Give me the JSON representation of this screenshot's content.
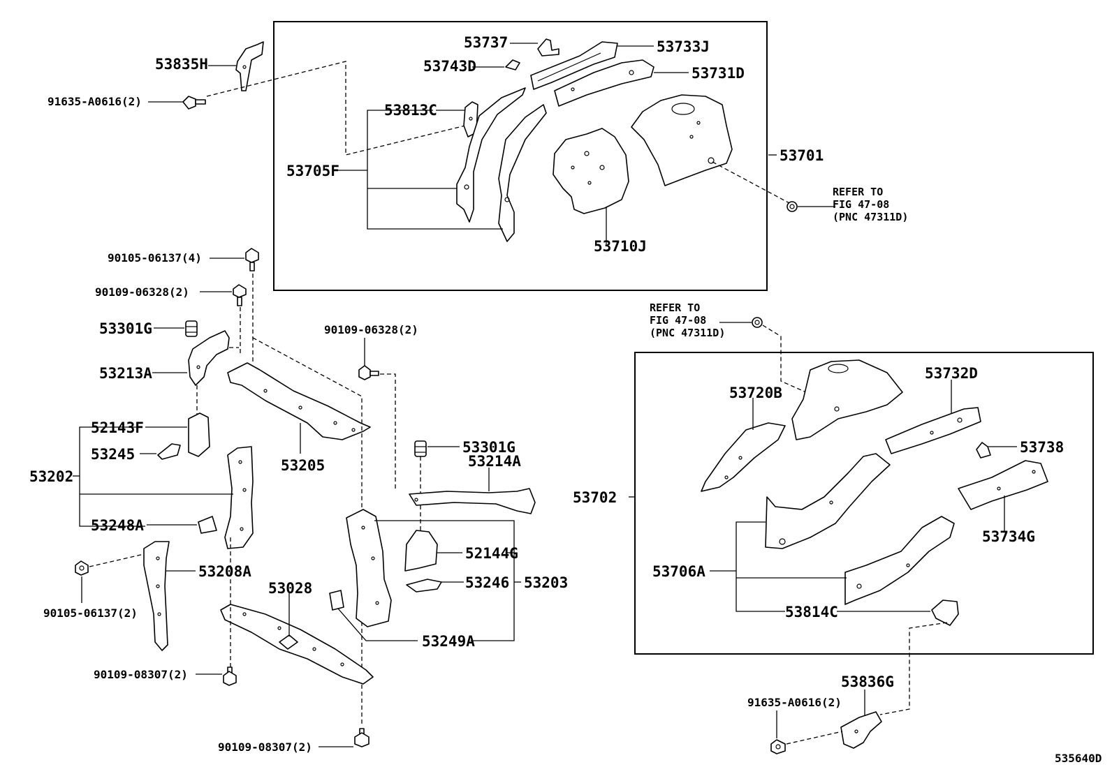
{
  "diagram_code": "535640D",
  "refer_note_top": {
    "line1": "REFER TO",
    "line2": "FIG 47-08",
    "line3": "(PNC 47311D)"
  },
  "refer_note_right": {
    "line1": "REFER TO",
    "line2": "FIG 47-08",
    "line3": "(PNC 47311D)"
  },
  "labels": {
    "p53835H": "53835H",
    "p91635_top": "91635-A0616(2)",
    "p53737": "53737",
    "p53733J": "53733J",
    "p53743D": "53743D",
    "p53731D": "53731D",
    "p53813C": "53813C",
    "p53701": "53701",
    "p53705F": "53705F",
    "p53710J": "53710J",
    "p90105_4": "90105-06137(4)",
    "p90109_left": "90109-06328(2)",
    "p53301G_left": "53301G",
    "p53213A": "53213A",
    "p90109_mid": "90109-06328(2)",
    "p52143F": "52143F",
    "p53245": "53245",
    "p53202": "53202",
    "p53205": "53205",
    "p53301G_mid": "53301G",
    "p53214A": "53214A",
    "p53248A": "53248A",
    "p52144G": "52144G",
    "p53208A": "53208A",
    "p53246": "53246",
    "p53203": "53203",
    "p90105_2": "90105-06137(2)",
    "p53028": "53028",
    "p53249A": "53249A",
    "p90109_08307_a": "90109-08307(2)",
    "p90109_08307_b": "90109-08307(2)",
    "p53720B": "53720B",
    "p53732D": "53732D",
    "p53738": "53738",
    "p53702": "53702",
    "p53734G": "53734G",
    "p53706A": "53706A",
    "p53814C": "53814C",
    "p53836G": "53836G",
    "p91635_bot": "91635-A0616(2)"
  }
}
